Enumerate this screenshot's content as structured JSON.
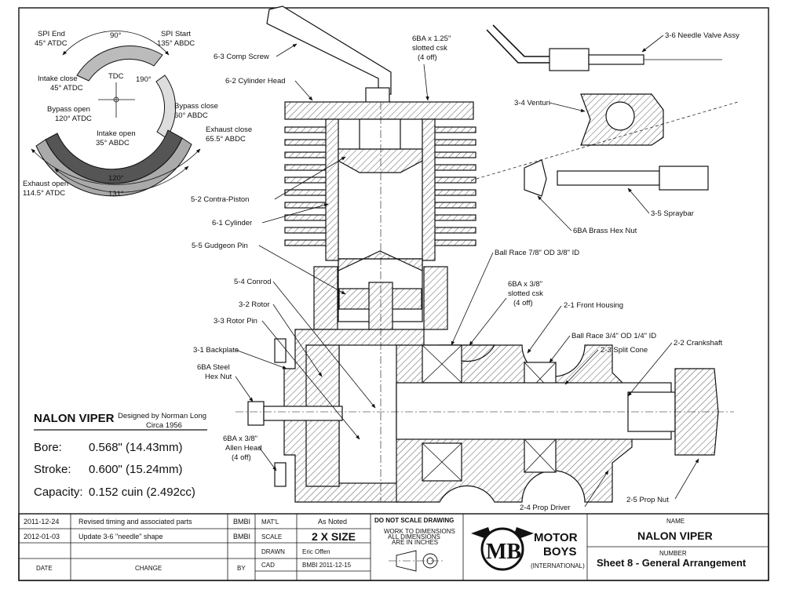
{
  "timing_diagram": {
    "spi_end": [
      "SPI End",
      "45° ATDC"
    ],
    "spi_start": [
      "SPI Start",
      "135° ABDC"
    ],
    "top_90": "90°",
    "tdc": "TDC",
    "right_190": "190°",
    "intake_close": [
      "Intake close",
      "45° ATDC"
    ],
    "bypass_open": [
      "Bypass open",
      "120° ATDC"
    ],
    "bypass_close": [
      "Bypass close",
      "60° ABDC"
    ],
    "intake_open": [
      "Intake open",
      "35° ABDC"
    ],
    "exhaust_close": [
      "Exhaust close",
      "65.5° ABDC"
    ],
    "exhaust_open": [
      "Exhaust open",
      "114.5° ATDC"
    ],
    "bottom_120": "120°",
    "bottom_131": "131°"
  },
  "callouts": {
    "comp_screw": "6-3 Comp Screw",
    "cyl_head": "6-2 Cylinder Head",
    "screws_top": [
      "6BA x 1.25\"",
      "slotted csk",
      "(4 off)"
    ],
    "contra_piston": "5-2 Contra-Piston",
    "cylinder": "6-1 Cylinder",
    "gudgeon": "5-5 Gudgeon Pin",
    "conrod": "5-4 Conrod",
    "rotor": "3-2 Rotor",
    "rotor_pin": "3-3 Rotor Pin",
    "backplate": "3-1 Backplate",
    "steel_nut": [
      "6BA Steel",
      "Hex Nut"
    ],
    "allen_head": [
      "6BA x 3/8\"",
      "Allen Head",
      "(4 off)"
    ],
    "needle_valve": "3-6 Needle Valve Assy",
    "venturi": "3-4 Venturi",
    "spraybar": "3-5 Spraybar",
    "brass_nut": "6BA Brass Hex Nut",
    "ball_race_big": "Ball Race 7/8\" OD 3/8\" ID",
    "screws_front": [
      "6BA x 3/8\"",
      "slotted csk",
      "(4 off)"
    ],
    "front_housing": "2-1 Front Housing",
    "ball_race_small": "Ball Race 3/4\" OD 1/4\" ID",
    "split_cone": "2-3 Split Cone",
    "crankshaft": "2-2 Crankshaft",
    "prop_driver": "2-4 Prop Driver",
    "prop_nut": "2-5 Prop Nut"
  },
  "specs": {
    "engine_name": "NALON VIPER",
    "designer": "Designed by Norman Long",
    "circa": "Circa 1956",
    "bore_label": "Bore:",
    "bore_value": "0.568\" (14.43mm)",
    "stroke_label": "Stroke:",
    "stroke_value": "0.600\" (15.24mm)",
    "capacity_label": "Capacity:",
    "capacity_value": "0.152 cuin (2.492cc)"
  },
  "title_block": {
    "revisions": [
      {
        "date": "2011-12-24",
        "change": "Revised timing and associated parts",
        "by": "BMBI"
      },
      {
        "date": "2012-01-03",
        "change": "Update 3-6 \"needle\" shape",
        "by": "BMBI"
      }
    ],
    "col_date": "DATE",
    "col_change": "CHANGE",
    "col_by": "BY",
    "matl_label": "MAT'L",
    "matl_value": "As Noted",
    "scale_label": "SCALE",
    "scale_value": "2 X SIZE",
    "drawn_label": "DRAWN",
    "drawn_value": "Eric Offen",
    "cad_label": "CAD",
    "cad_value": "BMBI 2011-12-15",
    "no_scale": "DO NOT SCALE DRAWING",
    "work_dims": [
      "WORK TO DIMENSIONS",
      "ALL DIMENSIONS",
      "ARE IN INCHES"
    ],
    "logo_letters": "MB",
    "company": [
      "MOTOR",
      "BOYS"
    ],
    "company_sub": "(INTERNATIONAL)",
    "name_label": "NAME",
    "name_value": "NALON VIPER",
    "number_label": "NUMBER",
    "number_value": "Sheet 8 - General Arrangement"
  }
}
